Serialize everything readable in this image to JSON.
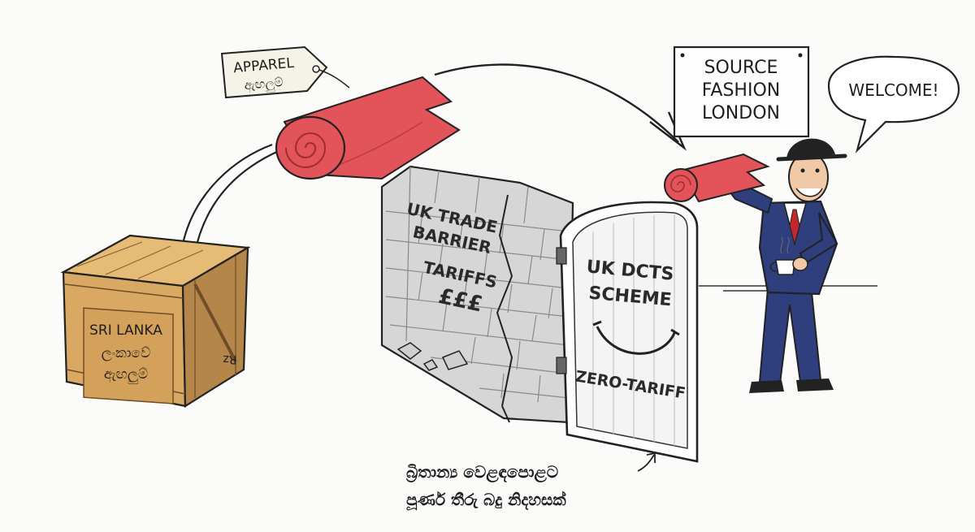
{
  "tag": {
    "line1": "APPAREL",
    "line2": "ඇඟලුම්"
  },
  "crate": {
    "line1": "SRI LANKA",
    "line2": "ලංකාවේ",
    "line3": "ඇඟලුම්",
    "side_mark": "Rz"
  },
  "wall": {
    "line1": "UK TRADE",
    "line2": "BARRIER",
    "line3": "TARIFFS",
    "line4": "£££"
  },
  "gate": {
    "line1": "UK DCTS",
    "line2": "SCHEME",
    "footer": "ZERO-TARIFF"
  },
  "sign": {
    "line1": "SOURCE",
    "line2": "FASHION",
    "line3": "LONDON"
  },
  "speech": {
    "text": "WELCOME!"
  },
  "caption": {
    "line1": "බ්‍රිතාන්‍ය වෙළඳපොළට",
    "line2": "පූර්ණ තීරු බදු නිදහසක්"
  },
  "colors": {
    "fabric": "#e2545a",
    "fabric_dark": "#b83a40",
    "crate": "#d9a862",
    "crate_dark": "#b5864a",
    "suit": "#2f3f7d",
    "tie": "#c0282d",
    "wall": "#d6d6d6"
  }
}
